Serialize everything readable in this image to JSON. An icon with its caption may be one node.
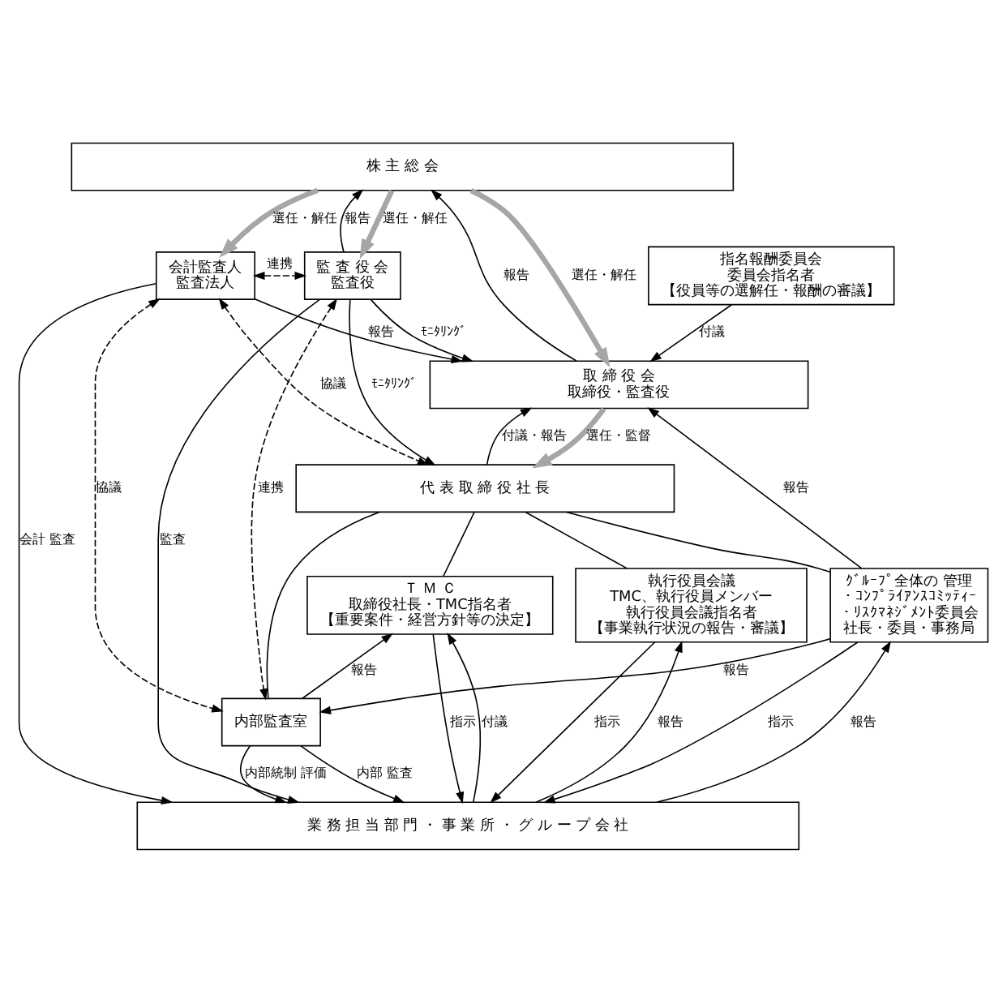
{
  "diagram": {
    "nodes": [
      {
        "text": [
          "株 主 総 会"
        ]
      },
      {
        "text": [
          "会計監査人",
          "監査法人"
        ]
      },
      {
        "text": [
          "監 査 役 会",
          "監査役"
        ]
      },
      {
        "text": [
          "指名報酬委員会",
          "委員会指名者",
          "【役員等の選解任・報酬の審議】"
        ]
      },
      {
        "text": [
          "取 締 役 会",
          "取締役・監査役"
        ]
      },
      {
        "text": [
          "代 表 取 締 役 社 長"
        ]
      },
      {
        "text": [
          "Ｔ Ｍ Ｃ",
          "取締役社長・TMC指名者",
          "【重要案件・経営方針等の決定】"
        ]
      },
      {
        "text": [
          "執行役員会議",
          "TMC、執行役員メンバー",
          "執行役員会議指名者",
          "【事業執行状況の報告・審議】"
        ]
      },
      {
        "text": [
          "ｸﾞﾙｰﾌﾟ全体の 管理",
          "・ｺﾝﾌﾟﾗｲｱﾝｽｺﾐｯﾃｨｰ",
          "・ﾘｽｸﾏﾈｼﾞﾒﾝﾄ委員会",
          "社長・委員・事務局"
        ]
      },
      {
        "text": [
          "内部監査室"
        ]
      },
      {
        "text": [
          "業 務 担 当 部 門 ・ 事 業 所 ・ グ ル ー プ 会 社"
        ]
      }
    ],
    "edges": [
      {
        "from": 0,
        "to": 1,
        "arrow": "to",
        "label": "選任・解任",
        "style": "thick",
        "color": "#a6a6a6"
      },
      {
        "from": 0,
        "to": 4,
        "arrow": "to",
        "label": "選任・解任",
        "style": "thick",
        "color": "#a6a6a6"
      },
      {
        "from": 4,
        "to": 0,
        "arrow": "to",
        "label": "報告"
      },
      {
        "from": 0,
        "to": 2,
        "arrow": "to",
        "label": "選任・解任",
        "style": "thick",
        "color": "#a6a6a6"
      },
      {
        "from": 2,
        "to": 0,
        "arrow": "to",
        "label": "報告"
      },
      {
        "from": 1,
        "to": 2,
        "arrow": "both",
        "label": "連携",
        "style": "dashed"
      },
      {
        "from": 1,
        "to": 4,
        "arrow": "to",
        "label": "報告"
      },
      {
        "from": 3,
        "to": 4,
        "arrow": "to",
        "label": "付議"
      },
      {
        "from": 2,
        "to": 4,
        "arrow": "to",
        "label": "ﾓﾆﾀﾘﾝｸﾞ"
      },
      {
        "from": 4,
        "to": 5,
        "arrow": "to",
        "label": "選任・監督",
        "style": "thick",
        "color": "#a6a6a6"
      },
      {
        "from": 5,
        "to": 4,
        "arrow": "to",
        "label": "付議・報告"
      },
      {
        "from": 2,
        "to": 5,
        "arrow": "to",
        "label": "ﾓﾆﾀﾘﾝｸﾞ"
      },
      {
        "from": 8,
        "to": 4,
        "arrow": "to",
        "label": "報告"
      },
      {
        "from": 1,
        "to": 5,
        "arrow": "both",
        "label": "協議",
        "style": "dashed"
      },
      {
        "from": 1,
        "to": 9,
        "arrow": "both",
        "label": "協議",
        "style": "dashed"
      },
      {
        "from": 1,
        "to": 10,
        "arrow": "to",
        "label": "会計 監査"
      },
      {
        "from": 5,
        "to": 6,
        "arrow": "none"
      },
      {
        "from": 5,
        "to": 7,
        "arrow": "none"
      },
      {
        "from": 5,
        "to": 8,
        "arrow": "none"
      },
      {
        "from": 5,
        "to": 9,
        "arrow": "none"
      },
      {
        "from": 6,
        "to": 10,
        "arrow": "to",
        "label": "指示"
      },
      {
        "from": 10,
        "to": 6,
        "arrow": "to",
        "label": "付議"
      },
      {
        "from": 9,
        "to": 6,
        "arrow": "to",
        "label": "報告"
      },
      {
        "from": 7,
        "to": 10,
        "arrow": "to",
        "label": "指示"
      },
      {
        "from": 10,
        "to": 7,
        "arrow": "to",
        "label": "報告"
      },
      {
        "from": 8,
        "to": 9,
        "arrow": "to",
        "label": "報告"
      },
      {
        "from": 9,
        "to": 10,
        "arrow": "to",
        "label": "内部統制 評価"
      },
      {
        "from": 9,
        "to": 10,
        "arrow": "to",
        "label": "内部 監査"
      },
      {
        "from": 8,
        "to": 10,
        "arrow": "to",
        "label": "指示"
      },
      {
        "from": 10,
        "to": 8,
        "arrow": "to",
        "label": "報告"
      },
      {
        "from": 2,
        "to": 9,
        "arrow": "both",
        "label": "連携",
        "style": "dashed"
      },
      {
        "from": 2,
        "to": 10,
        "arrow": "to",
        "label": "監査"
      }
    ]
  }
}
